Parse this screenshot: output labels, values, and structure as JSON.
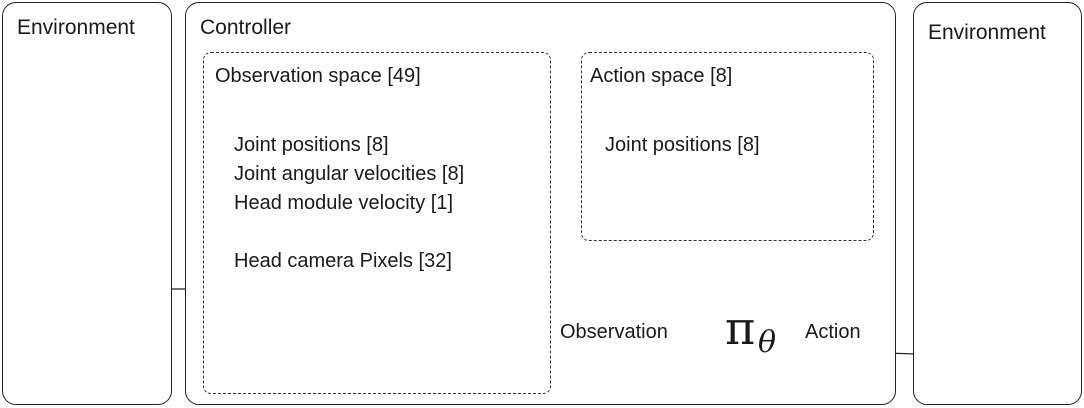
{
  "left_panel": {
    "title": "Environment"
  },
  "controller": {
    "title": "Controller",
    "observation_space": {
      "title": "Observation space [49]",
      "items": [
        "Joint positions [8]",
        "Joint angular velocities [8]",
        "Head module velocity [1]",
        "Head camera Pixels  [32]"
      ]
    },
    "action_space": {
      "title": "Action space [8]",
      "items": [
        "Joint positions [8]"
      ]
    },
    "policy": {
      "symbol": "π",
      "subscript": "θ"
    },
    "observation_label": "Observation",
    "action_label": "Action"
  },
  "right_panel": {
    "title": "Environment"
  },
  "colors": {
    "module_body": "#d9935a",
    "module_outline": "#2b3f7a",
    "joint_cap": "#e8141c",
    "target": "#e8141c"
  }
}
